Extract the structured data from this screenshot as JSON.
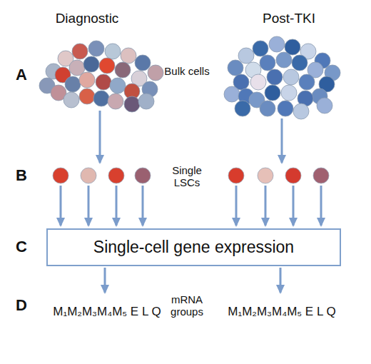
{
  "diagram": {
    "nodes": [
      {
        "text": [
          "Single-cell gene expression"
        ]
      }
    ],
    "labels": [
      "Diagnostic",
      "Post-TKI",
      "A",
      "Bulk cells",
      "B",
      "Single LSCs",
      "C",
      "D",
      "M₁M₂M₃M₄M₅ E L Q",
      "mRNA groups",
      "M₁M₂M₃M₄M₅ E L Q"
    ]
  }
}
